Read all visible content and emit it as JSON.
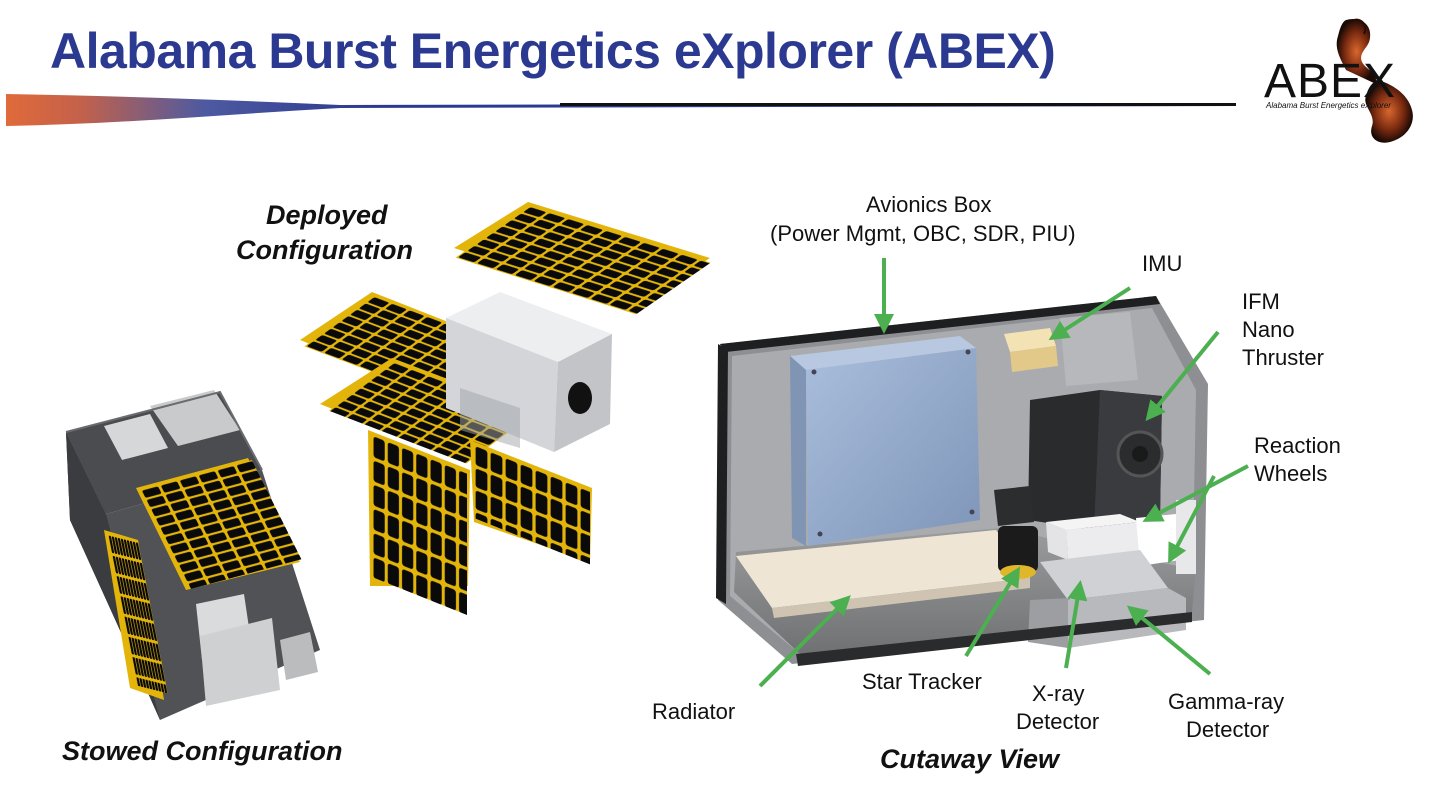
{
  "header": {
    "title": "Alabama Burst Energetics eXplorer (ABEX)",
    "logo_text": "ABEX",
    "logo_subtitle": "Alabama Burst Energetics eXplorer"
  },
  "captions": {
    "deployed_line1": "Deployed",
    "deployed_line2": "Configuration",
    "stowed": "Stowed Configuration",
    "cutaway": "Cutaway View"
  },
  "labels": {
    "avionics_line1": "Avionics Box",
    "avionics_line2": "(Power Mgmt, OBC, SDR, PIU)",
    "imu": "IMU",
    "ifm_line1": "IFM",
    "ifm_line2": "Nano",
    "ifm_line3": "Thruster",
    "reaction_line1": "Reaction",
    "reaction_line2": "Wheels",
    "radiator": "Radiator",
    "star_tracker": "Star Tracker",
    "xray_line1": "X-ray",
    "xray_line2": "Detector",
    "gamma_line1": "Gamma-ray",
    "gamma_line2": "Detector"
  },
  "colors": {
    "title": "#2b3990",
    "arrow": "#4caf50",
    "solar_cell": "#0a0a0a",
    "solar_frame": "#e3b50b",
    "chassis": "#3a3c40"
  },
  "icons": [
    "abex-logo-icon",
    "solar-panel-icon",
    "satellite-body-icon",
    "arrow-icon"
  ]
}
